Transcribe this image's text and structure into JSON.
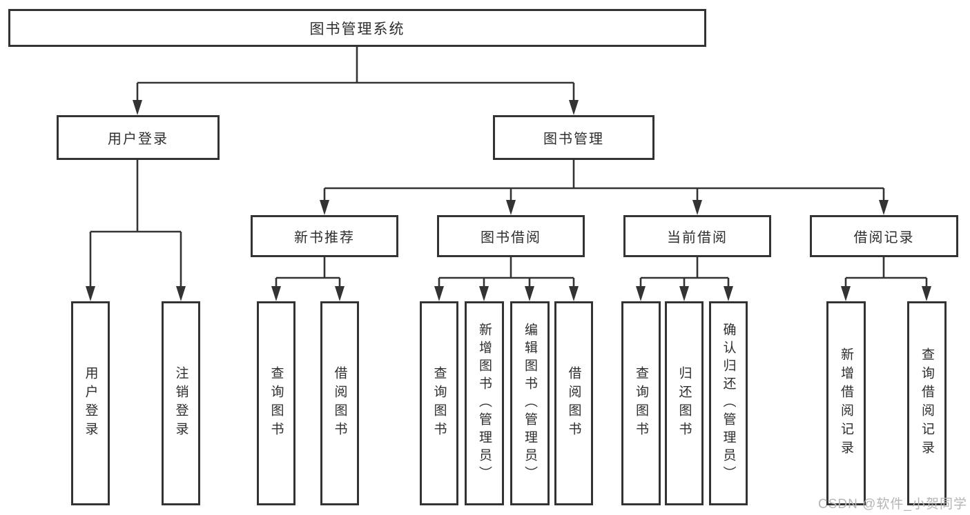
{
  "diagram": {
    "title": "图书管理系统",
    "root": {
      "label": "图书管理系统"
    },
    "level2": [
      {
        "id": "user-login",
        "label": "用户登录"
      },
      {
        "id": "book-management",
        "label": "图书管理"
      }
    ],
    "level3": [
      {
        "id": "new-book-recommend",
        "label": "新书推荐",
        "parent": "book-management"
      },
      {
        "id": "book-borrowing",
        "label": "图书借阅",
        "parent": "book-management"
      },
      {
        "id": "current-borrowing",
        "label": "当前借阅",
        "parent": "book-management"
      },
      {
        "id": "borrowing-records",
        "label": "借阅记录",
        "parent": "book-management"
      }
    ],
    "level4": [
      {
        "id": "user-login-leaf",
        "label": "用户登录",
        "parent": "user-login"
      },
      {
        "id": "logout",
        "label": "注销登录",
        "parent": "user-login"
      },
      {
        "id": "query-books-recommend",
        "label": "查询图书",
        "parent": "new-book-recommend"
      },
      {
        "id": "borrow-books-recommend",
        "label": "借阅图书",
        "parent": "new-book-recommend"
      },
      {
        "id": "query-books-borrowing",
        "label": "查询图书",
        "parent": "book-borrowing"
      },
      {
        "id": "add-books-admin",
        "label": "新增图书（管理员）",
        "parent": "book-borrowing"
      },
      {
        "id": "edit-books-admin",
        "label": "编辑图书（管理员）",
        "parent": "book-borrowing"
      },
      {
        "id": "borrow-books-borrowing",
        "label": "借阅图书",
        "parent": "book-borrowing"
      },
      {
        "id": "query-books-current",
        "label": "查询图书",
        "parent": "current-borrowing"
      },
      {
        "id": "return-books",
        "label": "归还图书",
        "parent": "current-borrowing"
      },
      {
        "id": "confirm-return-admin",
        "label": "确认归还（管理员）",
        "parent": "current-borrowing"
      },
      {
        "id": "add-borrow-record",
        "label": "新增借阅记录",
        "parent": "borrowing-records"
      },
      {
        "id": "query-borrow-record",
        "label": "查询借阅记录",
        "parent": "borrowing-records"
      }
    ],
    "watermark": "CSDN @软件_小贺同学",
    "colors": {
      "line": "#333333",
      "text": "#2e2e2e",
      "background": "#ffffff",
      "watermark": "#b5b5b5"
    }
  }
}
